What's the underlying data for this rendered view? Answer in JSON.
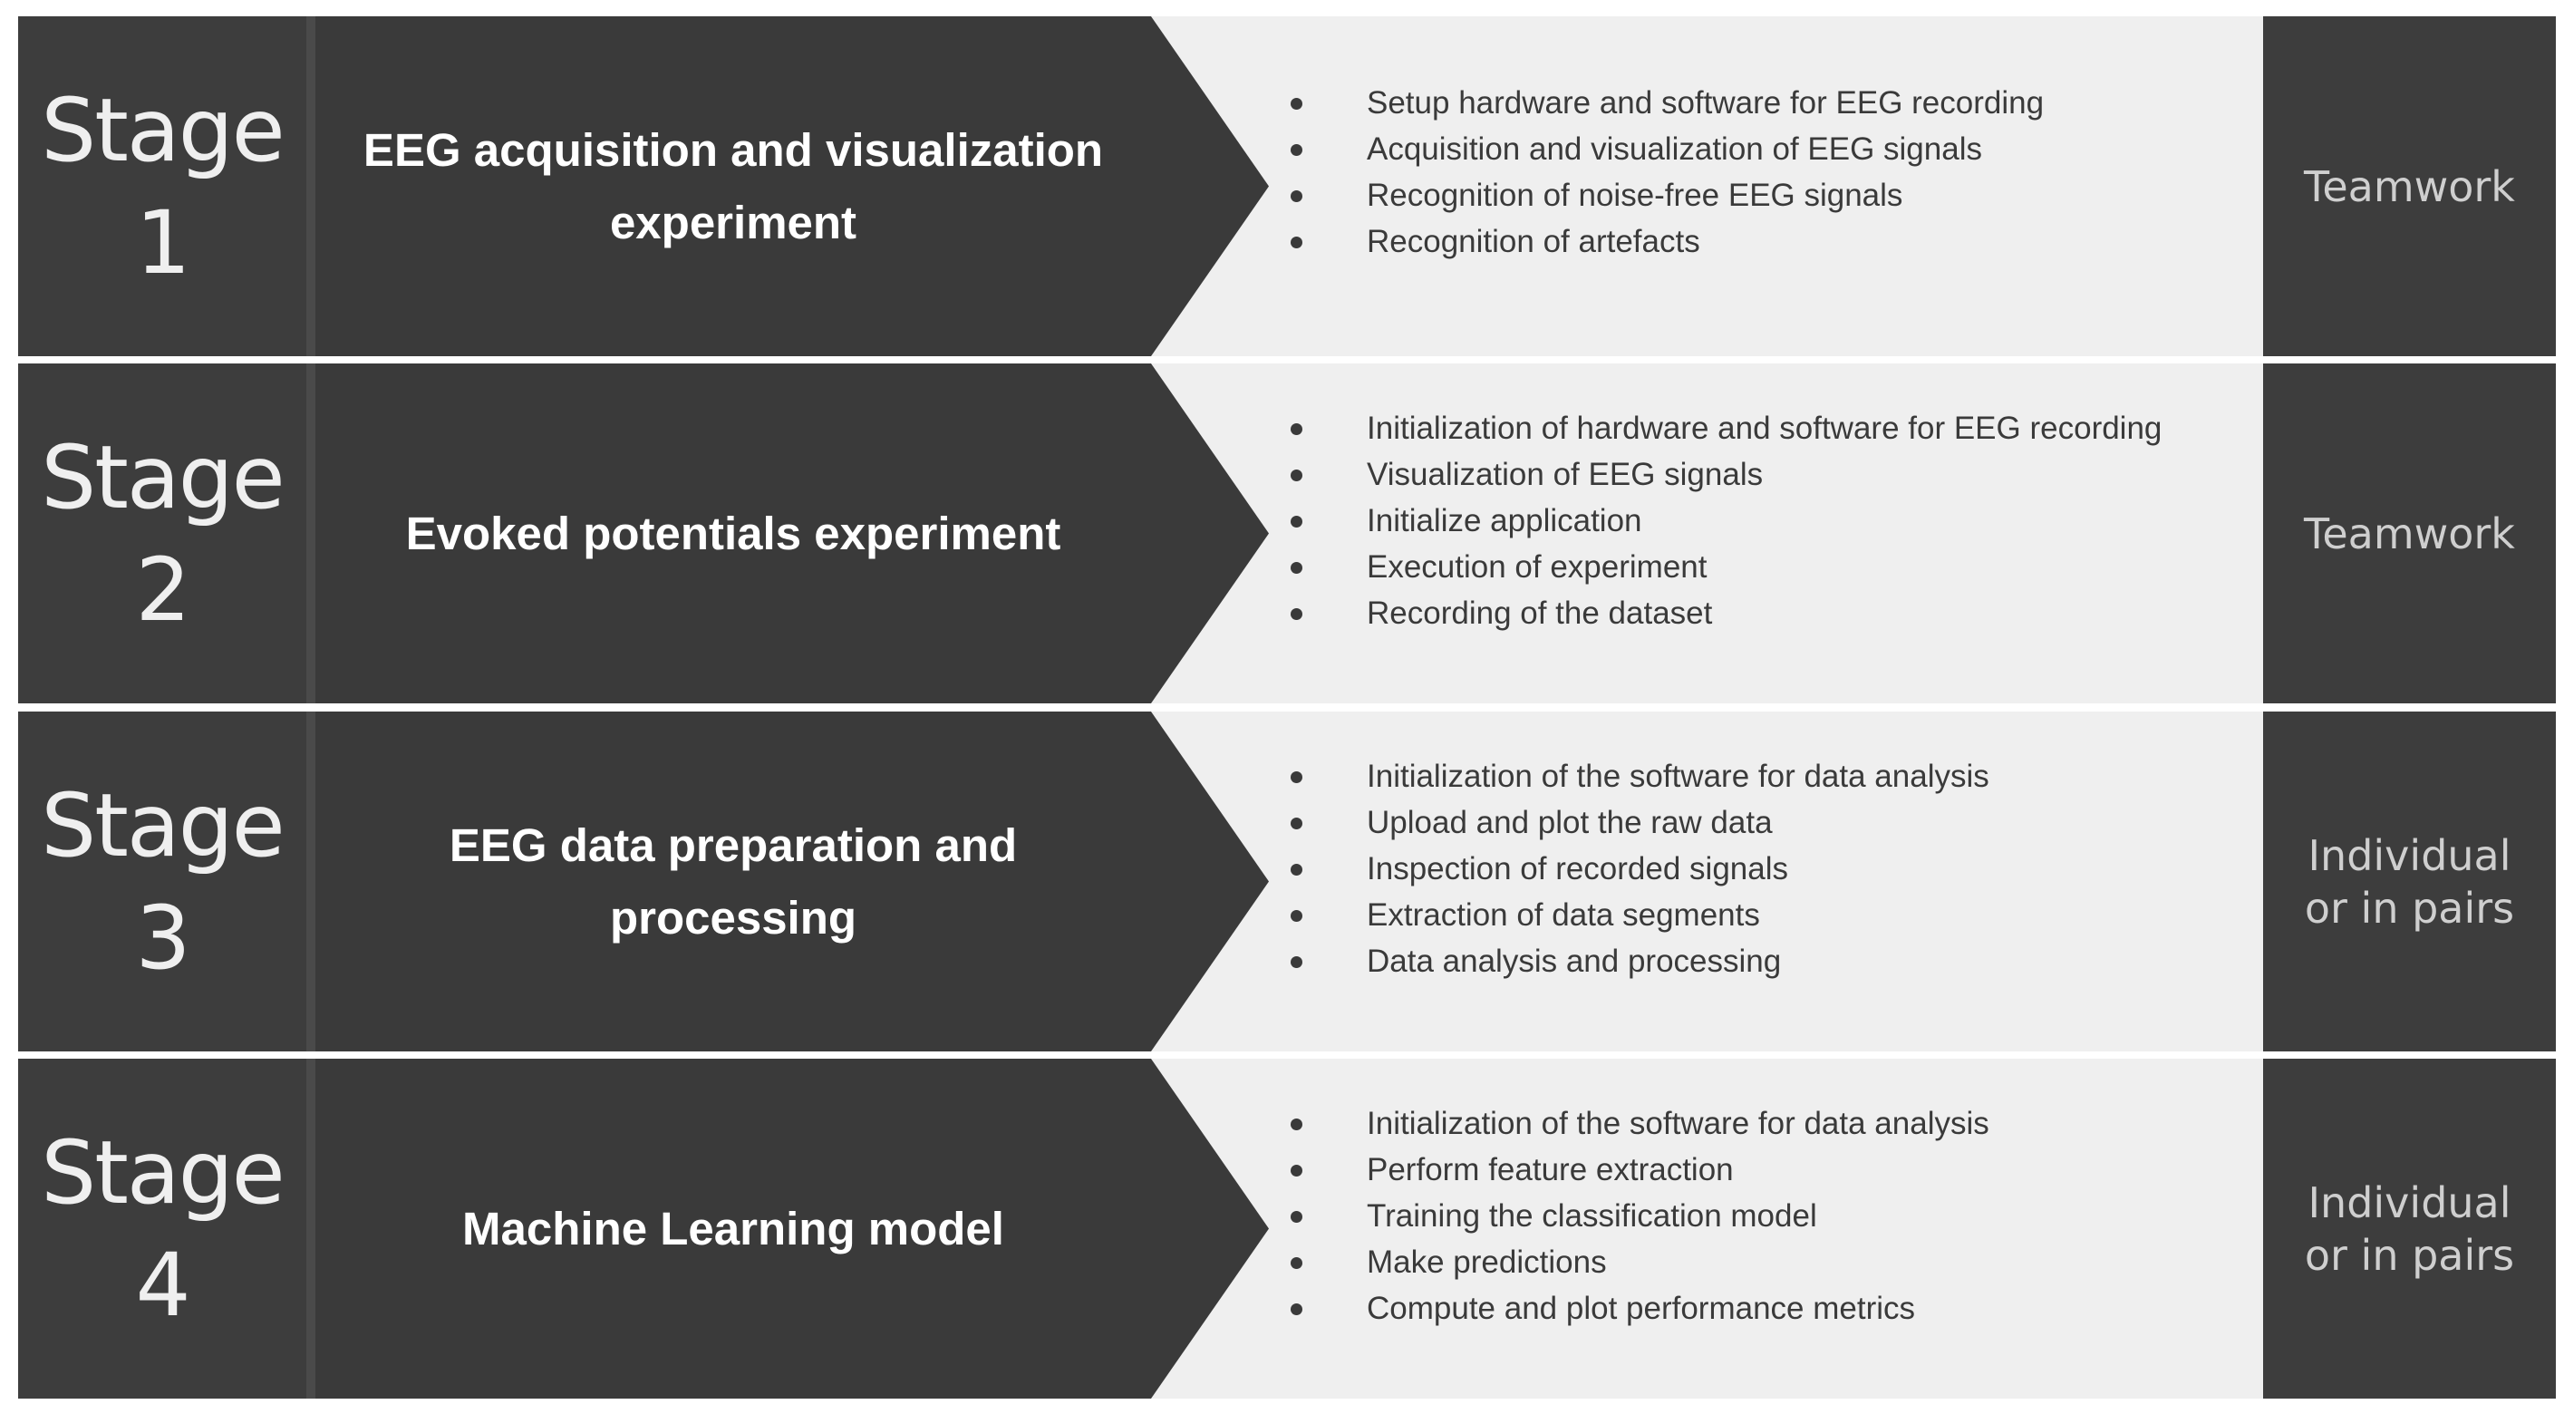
{
  "stages": [
    {
      "stage_word": "Stage",
      "stage_number": "1",
      "title": "EEG acquisition and visualization experiment",
      "tasks": [
        "Setup hardware and software for EEG recording",
        "Acquisition and visualization of EEG signals",
        "Recognition of noise-free EEG signals",
        "Recognition of artefacts"
      ],
      "mode": "Teamwork"
    },
    {
      "stage_word": "Stage",
      "stage_number": "2",
      "title": "Evoked potentials experiment",
      "tasks": [
        "Initialization of hardware and software for EEG recording",
        "Visualization of EEG signals",
        "Initialize application",
        "Execution of experiment",
        "Recording of the dataset"
      ],
      "mode": "Teamwork"
    },
    {
      "stage_word": "Stage",
      "stage_number": "3",
      "title": "EEG data preparation and processing",
      "tasks": [
        "Initialization of the software for data analysis",
        "Upload and plot the raw data",
        "Inspection of recorded signals",
        "Extraction of data segments",
        "Data analysis and processing"
      ],
      "mode": "Individual or in pairs"
    },
    {
      "stage_word": "Stage",
      "stage_number": "4",
      "title": "Machine Learning model",
      "tasks": [
        "Initialization of the software for data analysis",
        "Perform feature extraction",
        "Training the classification model",
        "Make predictions",
        "Compute and plot performance metrics"
      ],
      "mode": "Individual or in pairs"
    }
  ],
  "colors": {
    "dark_panel": "#3d3d3d",
    "arrow": "#3a3a3a",
    "light_panel": "#efefef",
    "stage_text": "#efefef",
    "mode_text": "#cfcfcf",
    "task_text": "#3a3a3a"
  }
}
